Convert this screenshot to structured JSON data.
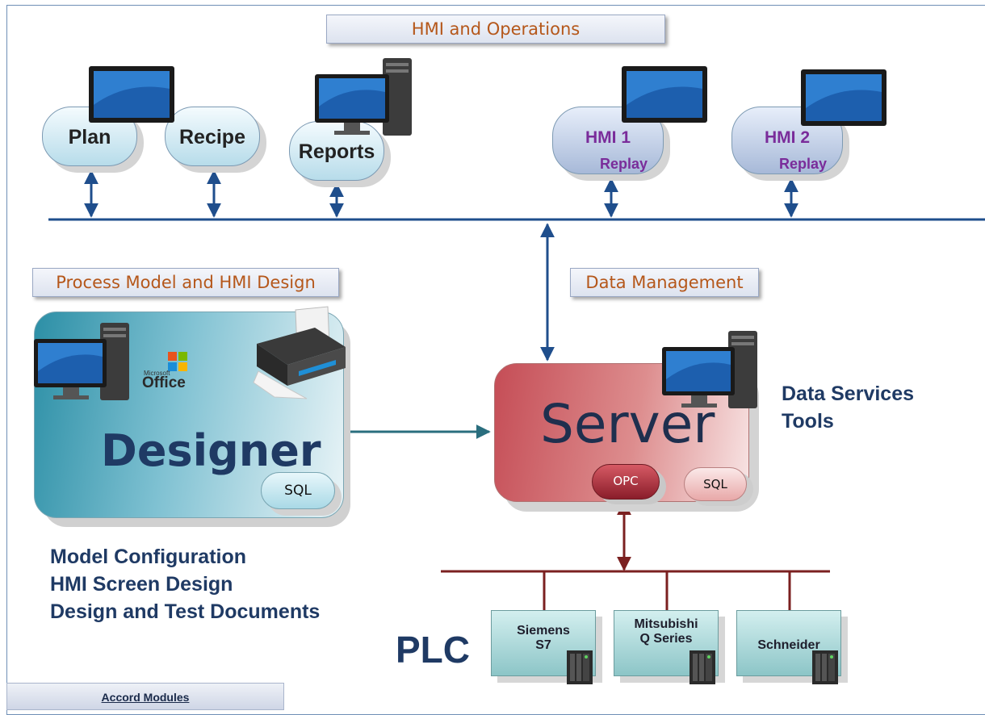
{
  "sections": {
    "hmi_operations": "HMI and Operations",
    "process_model": "Process Model and HMI Design",
    "data_management": "Data Management"
  },
  "hmi_clients": [
    {
      "label": "Plan"
    },
    {
      "label": "Recipe"
    },
    {
      "label": "Reports"
    },
    {
      "label": "HMI 1",
      "sub": "Replay"
    },
    {
      "label": "HMI 2",
      "sub": "Replay"
    }
  ],
  "designer": {
    "title": "Designer",
    "office_small": "Microsoft",
    "office_label": "Office",
    "sql_label": "SQL",
    "features": [
      "Model Configuration",
      "HMI Screen Design",
      "Design and Test Documents"
    ]
  },
  "server": {
    "title": "Server",
    "opc_label": "OPC",
    "sql_label": "SQL",
    "services": [
      "Data Services",
      "Tools"
    ]
  },
  "plc": {
    "label": "PLC",
    "devices": [
      {
        "line1": "Siemens",
        "line2": "S7"
      },
      {
        "line1": "Mitsubishi",
        "line2": "Q Series"
      },
      {
        "line1": "Schneider",
        "line2": ""
      }
    ]
  },
  "footer": {
    "modules_label": "Accord Modules"
  },
  "colors": {
    "network_line": "#1f4e8c",
    "plc_bus": "#7b2020",
    "section_text": "#b5571a",
    "bold_text": "#1f3a64",
    "hmi_text": "#7a2c9a"
  },
  "icons": [
    "monitor-icon",
    "desktop-computer-icon",
    "printer-icon",
    "office-logo-icon",
    "plc-rack-icon"
  ]
}
